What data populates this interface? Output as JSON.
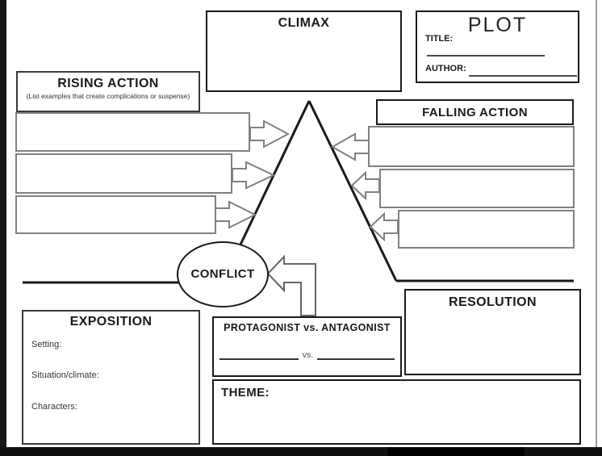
{
  "frame": {
    "page_bg": "#ffffff",
    "left_bar_color": "#161616",
    "bottom_bar_color": "#101010",
    "right_line_color": "#9a9a9a",
    "ink_color": "#1a1a1a",
    "box_gray": "#808080"
  },
  "climax": {
    "label": "CLIMAX"
  },
  "plot_info": {
    "heading": "PLOT",
    "title_label": "TITLE:",
    "author_label": "AUTHOR:"
  },
  "rising_action": {
    "label": "RISING ACTION",
    "subtitle": "(List examples that create complications or suspense)",
    "boxes": [
      "",
      "",
      ""
    ]
  },
  "falling_action": {
    "label": "FALLING ACTION",
    "boxes": [
      "",
      "",
      ""
    ]
  },
  "conflict": {
    "label": "CONFLICT"
  },
  "exposition": {
    "label": "EXPOSITION",
    "fields": [
      {
        "label": "Setting:"
      },
      {
        "label": "Situation/climate:"
      },
      {
        "label": "Characters:"
      }
    ]
  },
  "versus": {
    "heading": "PROTAGONIST vs. ANTAGONIST",
    "separator": "vs."
  },
  "resolution": {
    "label": "RESOLUTION"
  },
  "theme": {
    "label": "THEME:"
  }
}
